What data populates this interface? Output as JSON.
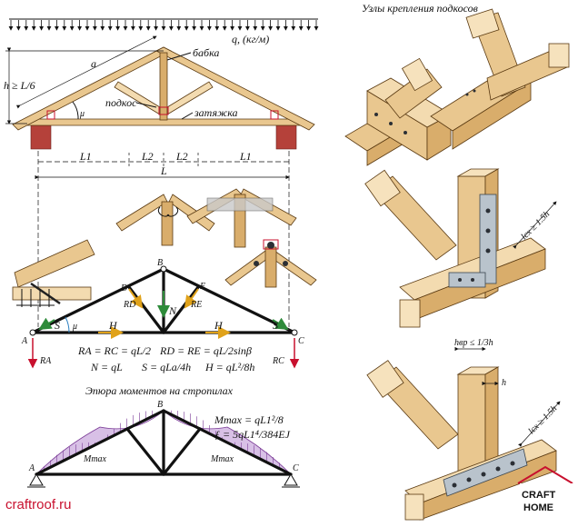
{
  "header": {
    "title": "Узлы крепления подкосов",
    "load_label": "q, (кг/м)"
  },
  "top_truss": {
    "height_label": "h ≥ L/6",
    "rafter_label": "a",
    "angle_label": "μ",
    "post_label": "бабка",
    "strut_label": "подкос",
    "tie_label": "затяжка",
    "span_labels": [
      "L1",
      "L2",
      "L2",
      "L1"
    ],
    "total_span_label": "L"
  },
  "force_diagram": {
    "nodes": [
      "A",
      "B",
      "C",
      "D",
      "E"
    ],
    "members": [
      "S",
      "μ",
      "H",
      "N",
      "H",
      "S"
    ],
    "reactions": [
      "RD",
      "RE",
      "RA",
      "RC"
    ],
    "formulas": [
      "RA = RC = qL/2",
      "RD = RE = qL/2sinβ",
      "N = qL",
      "S = qLa/4h",
      "H = qL²/8h"
    ]
  },
  "moment_diagram": {
    "title": "Эпюра моментов на стропилах",
    "nodes": [
      "A",
      "B",
      "C"
    ],
    "labels": [
      "Mmax",
      "Mmax"
    ],
    "formulas": [
      "Mmax = qL1²/8",
      "ƒ = 5qL1⁴/384EJ"
    ]
  },
  "details": {
    "upper_dim": "lcx ≥ 1.5h",
    "lower_dim_top": "hвр ≤ 1/3h",
    "lower_dim_side": "h",
    "lower_dim": "lcx ≥ 1.5h"
  },
  "footer": {
    "site": "craftroof.ru",
    "logo_top": "CRAFT",
    "logo_bottom": "HOME"
  },
  "colors": {
    "brand_red": "#c8102e",
    "wood": "#e9c78f",
    "brick": "#b5413a",
    "moment_fill": "#d8c0e6"
  }
}
